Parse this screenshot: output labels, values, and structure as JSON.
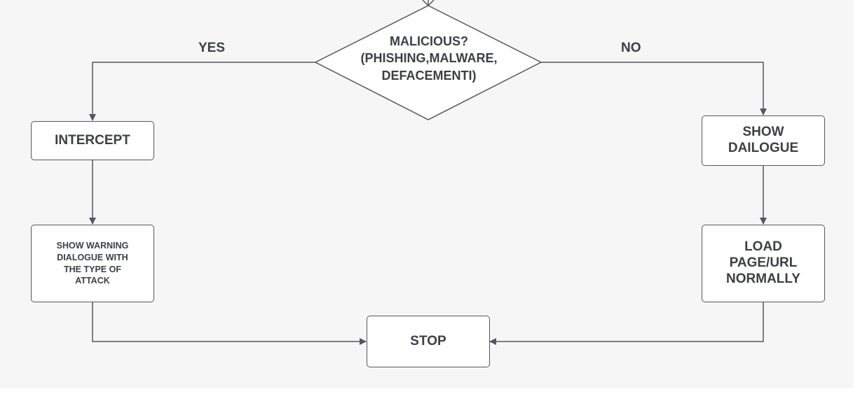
{
  "flowchart": {
    "decision": {
      "line1": "MALICIOUS?",
      "line2": "(PHISHING,MALWARE,",
      "line3": "DEFACEMENTI)"
    },
    "branch_yes": "YES",
    "branch_no": "NO",
    "intercept": "INTERCEPT",
    "show_warning": {
      "line1": "SHOW WARNING",
      "line2": "DIALOGUE WITH",
      "line3": "THE TYPE OF",
      "line4": "ATTACK"
    },
    "show_dialogue": {
      "line1": "SHOW",
      "line2": "DAILOGUE"
    },
    "load_page": {
      "line1": "LOAD",
      "line2": "PAGE/URL",
      "line3": "NORMALLY"
    },
    "stop": "STOP"
  },
  "colors": {
    "background": "#f6f6f6",
    "stroke": "#55575c",
    "text": "#3c3f45",
    "node_fill": "#ffffff"
  }
}
